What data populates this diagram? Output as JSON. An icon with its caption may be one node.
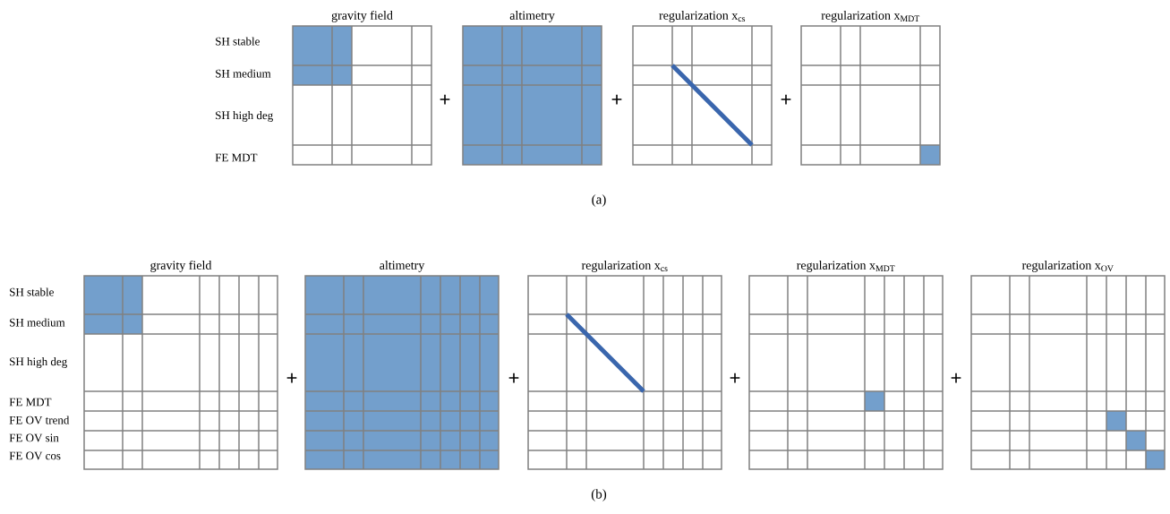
{
  "diagram": {
    "nodes": [
      {
        "text": [
          "gravity field"
        ]
      },
      {
        "text": [
          "altimetry"
        ]
      },
      {
        "text": [
          "regularization x$_{cs}$"
        ]
      },
      {
        "text": [
          "regularization x$_{MDT}$"
        ]
      },
      {
        "text": [
          "gravity field"
        ]
      },
      {
        "text": [
          "altimetry"
        ]
      },
      {
        "text": [
          "regularization x$_{cs}$"
        ]
      },
      {
        "text": [
          "regularization x$_{MDT}$"
        ]
      },
      {
        "text": [
          "regularization x$_{OV}$"
        ]
      }
    ],
    "labels": [
      "SH stable",
      "SH medium",
      "SH high deg",
      "FE MDT",
      "+",
      "+",
      "+",
      "(a)",
      "SH stable",
      "SH medium",
      "SH high deg",
      "FE MDT",
      "FE OV trend",
      "FE OV sin",
      "FE OV cos",
      "+",
      "+",
      "+",
      "+",
      "(b)"
    ]
  }
}
